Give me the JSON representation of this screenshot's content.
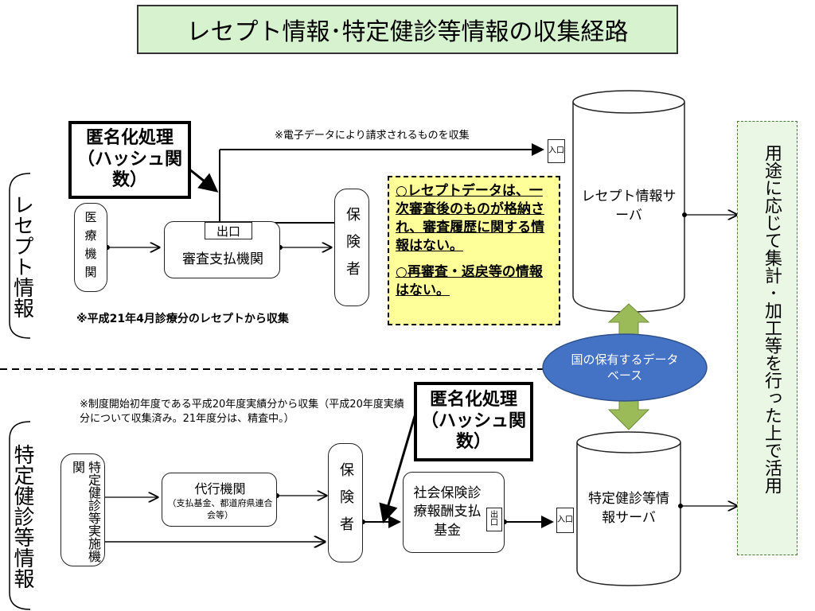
{
  "title": "レセプト情報･特定健診等情報の収集経路",
  "side_labels": {
    "receipt": "レセプト情報",
    "checkup": "特定健診等情報"
  },
  "receipt_section": {
    "anon_box": "匿名化処理（ハッシュ関数）",
    "electronic_note": "※電子データにより請求されるものを収集",
    "medical_inst": "医療機関",
    "review_exit": "出口",
    "review_org": "審査支払機関",
    "insurer": "保険者",
    "since_note": "※平成21年4月診療分のレセプトから収集",
    "note_line1": "○レセプトデータは、一次審査後のものが格納され、審査履歴に関する情報はない。",
    "note_line2": "○再審査・返戻等の情報はない。",
    "server_entry": "入口",
    "server": "レセプト情報サーバ"
  },
  "database": "国の保有するデータベース",
  "checkup_section": {
    "collect_note": "※制度開始初年度である平成20年度実績分から収集（平成20年度実績分について収集済み。21年度分は、精査中。）",
    "implementer": "特定健診等実施機関",
    "agent_org": "代行機関",
    "agent_sub": "（支払基金、都道府県連合会等）",
    "insurer": "保険者",
    "anon_box": "匿名化処理（ハッシュ関数）",
    "fund": "社会保険診療報酬支払基金",
    "fund_exit": "出口",
    "server_entry": "入口",
    "server": "特定健診等情報サーバ"
  },
  "usage": "用途に応じて集計･加工等を行った上で活用",
  "colors": {
    "title_bg": "#d7f2cf",
    "note_bg": "#ffff99",
    "db_fill": "#4472c4",
    "arrow_green": "#9bbb59",
    "usage_bg": "#eaf7e4"
  }
}
